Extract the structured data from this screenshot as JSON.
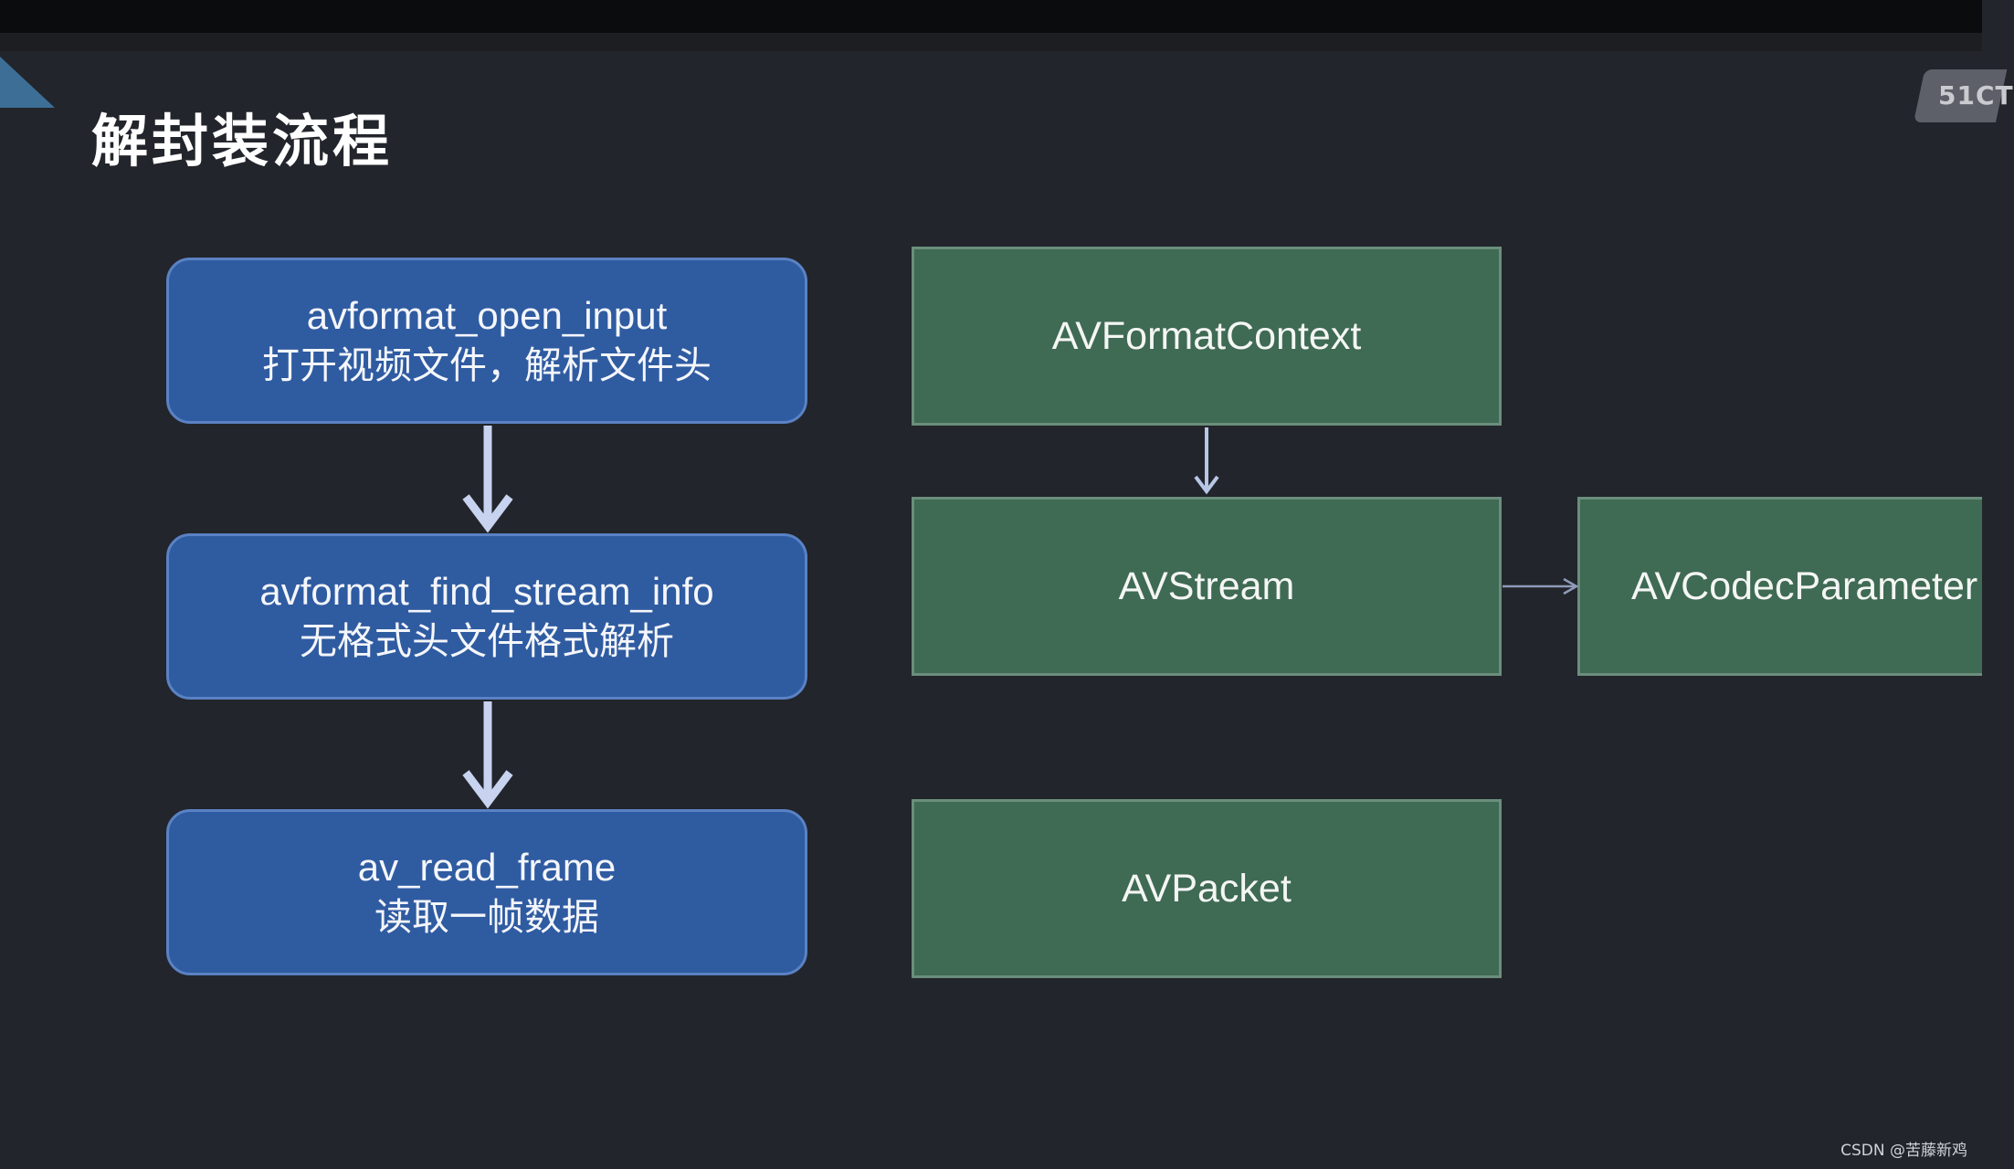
{
  "slide": {
    "title": "解封装流程",
    "watermark": "51CT"
  },
  "steps": [
    {
      "func": "avformat_open_input",
      "desc": "打开视频文件，解析文件头"
    },
    {
      "func": "avformat_find_stream_info",
      "desc": "无格式头文件格式解析"
    },
    {
      "func": "av_read_frame",
      "desc": "读取一帧数据"
    }
  ],
  "structs": {
    "format_context": "AVFormatContext",
    "stream": "AVStream",
    "codec_parameters": "AVCodecParameter",
    "packet": "AVPacket"
  },
  "footer": {
    "credit": "CSDN @苦藤新鸡"
  },
  "colors": {
    "background": "#22252b",
    "step_fill": "#2f5ba1",
    "struct_fill": "#3f6a54",
    "arrow": "#c8d3f0"
  }
}
